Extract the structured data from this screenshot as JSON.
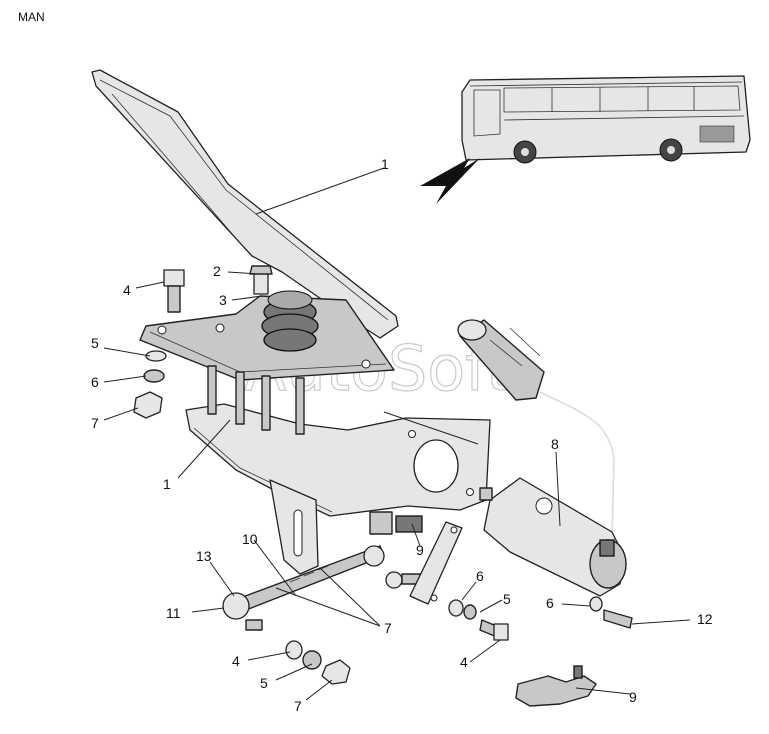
{
  "brand": "MAN",
  "watermark": "AutoSoft",
  "callouts": {
    "c1a": "1",
    "c1b": "1",
    "c2": "2",
    "c3": "3",
    "c4a": "4",
    "c4b": "4",
    "c4c": "4",
    "c5a": "5",
    "c5b": "5",
    "c5c": "5",
    "c6a": "6",
    "c6b": "6",
    "c6c": "6",
    "c7a": "7",
    "c7b": "7",
    "c7c": "7",
    "c8": "8",
    "c9a": "9",
    "c9b": "9",
    "c10": "10",
    "c11": "11",
    "c12": "12",
    "c13": "13"
  }
}
